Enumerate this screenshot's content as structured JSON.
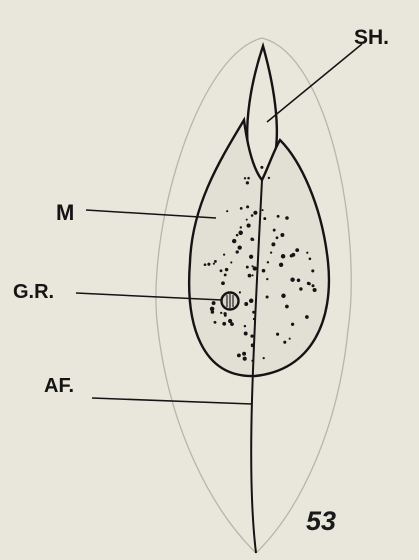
{
  "figure": {
    "number": "53",
    "labels": {
      "sh": "SH.",
      "m": "M",
      "gr": "G.R.",
      "af": "AF."
    }
  },
  "colors": {
    "paper": "#e9e6dc",
    "ink": "#141414",
    "outline": "#b8b5ab"
  }
}
